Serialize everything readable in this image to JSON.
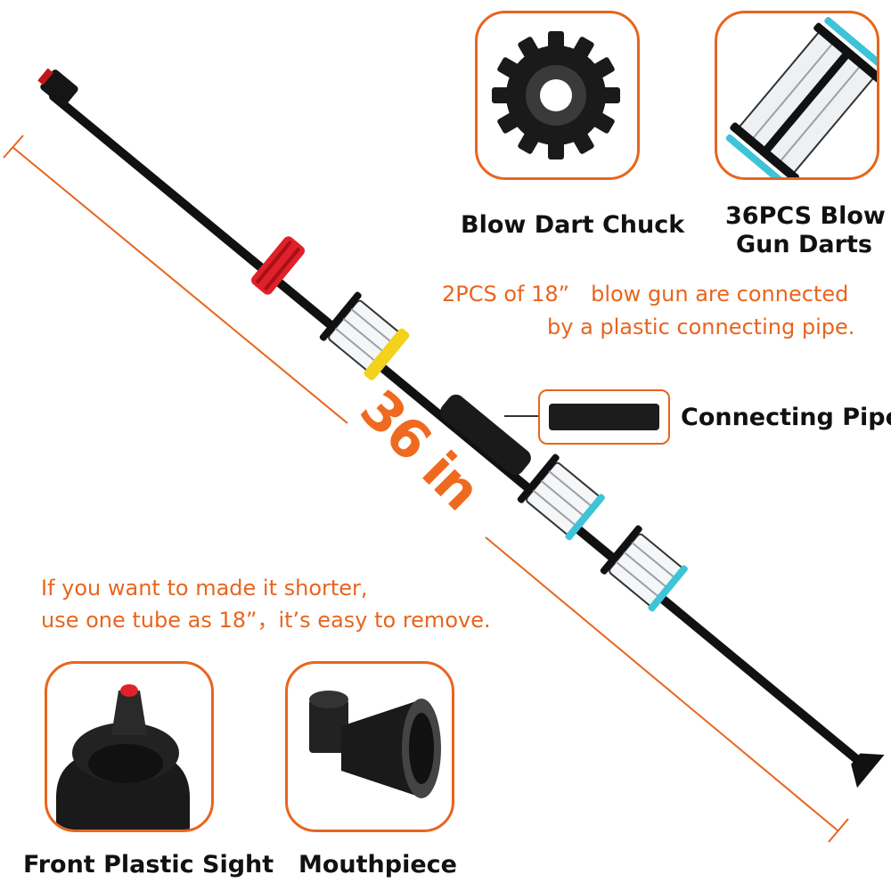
{
  "labels": {
    "chuck": "Blow Dart Chuck",
    "darts_line1": "36PCS Blow",
    "darts_line2": "Gun Darts",
    "connect_line1": "2PCS of 18”　blow gun are connected",
    "connect_line2": "by a plastic connecting pipe.",
    "connecting_pipe": "Connecting Pipe",
    "dimension": "36 in",
    "shorter_line1": "If you want to made it shorter,",
    "shorter_line2": "use one tube as 18”，it’s easy to remove.",
    "sight": "Front Plastic Sight",
    "mouthpiece": "Mouthpiece"
  },
  "colors": {
    "accent": "#e8651e",
    "tube": "#111111",
    "chuck_red": "#e0202a",
    "chuck_yellow": "#f2d21a",
    "dart_tip": "#3fc3d6"
  }
}
